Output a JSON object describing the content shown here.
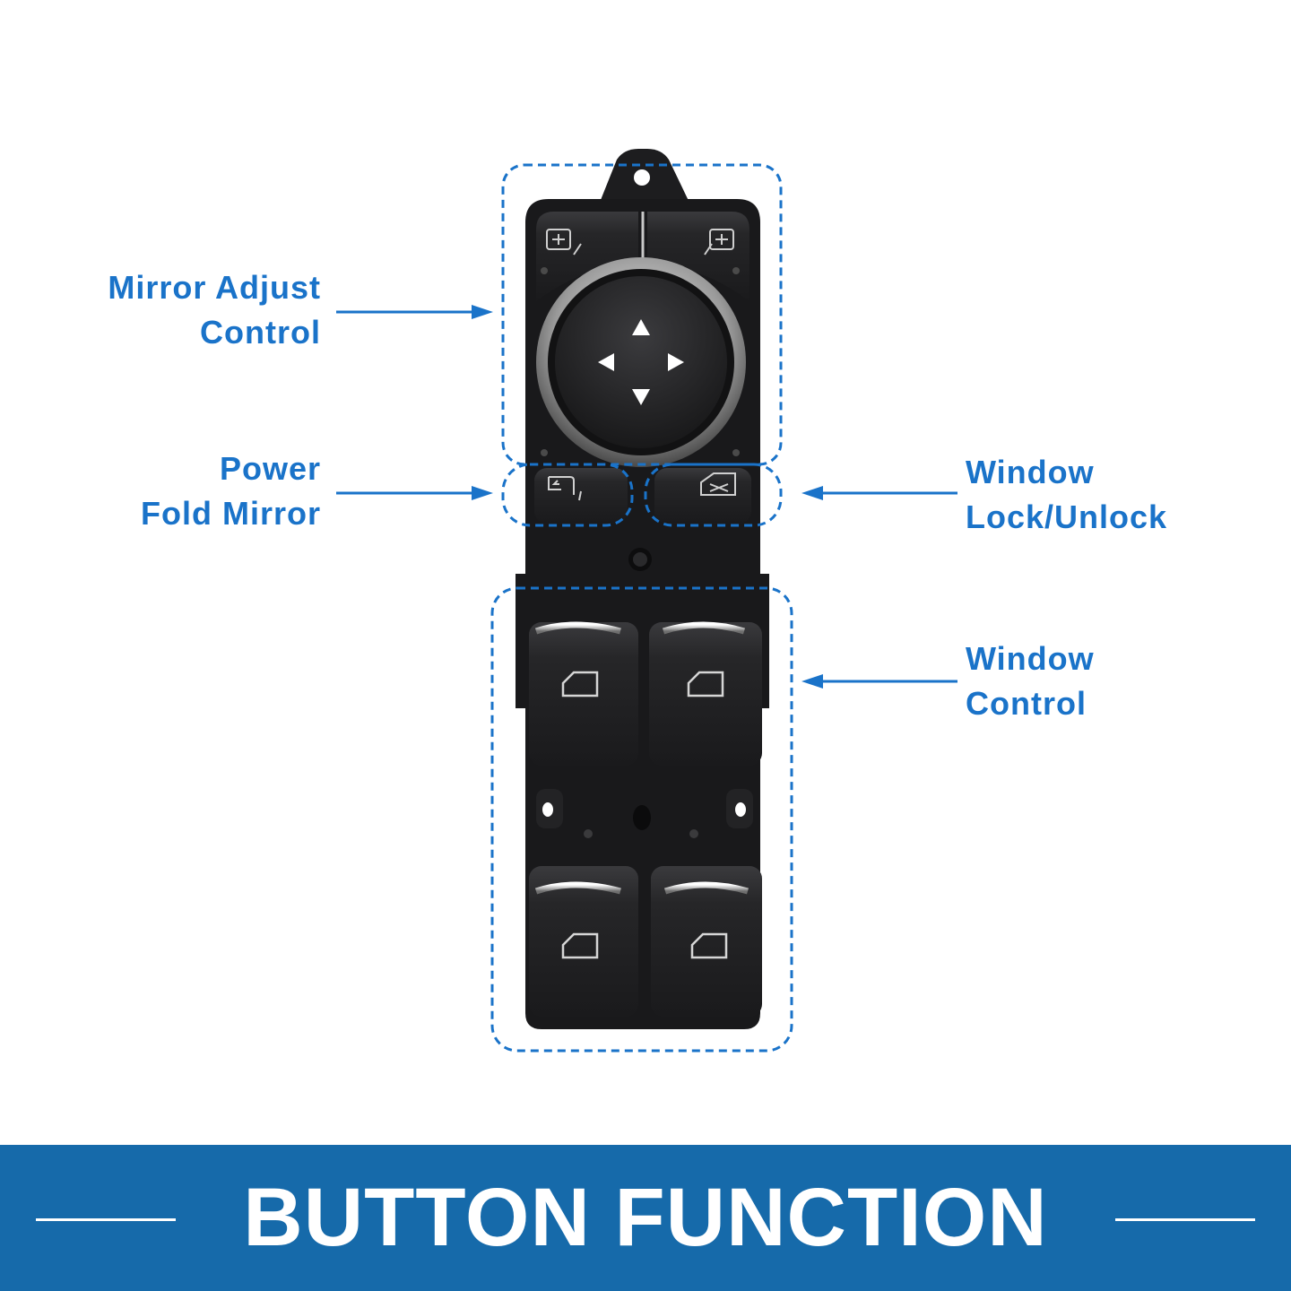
{
  "labels": {
    "mirror_adjust": {
      "line1": "Mirror Adjust",
      "line2": "Control"
    },
    "power_fold": {
      "line1": "Power",
      "line2": "Fold Mirror"
    },
    "window_lock": {
      "line1": "Window",
      "line2": "Lock/Unlock"
    },
    "window_control": {
      "line1": "Window",
      "line2": "Control"
    }
  },
  "banner": {
    "title": "BUTTON FUNCTION"
  },
  "colors": {
    "accent": "#1a73c9",
    "banner": "#166aaa",
    "switch_body": "#1b1b1d",
    "chrome": "#d4d4d4"
  },
  "icons": {
    "mirror_adjust_left": "mirror-select-icon",
    "mirror_adjust_right": "mirror-select-icon",
    "fold": "mirror-fold-icon",
    "lock": "window-lock-icon",
    "window": "window-icon"
  }
}
